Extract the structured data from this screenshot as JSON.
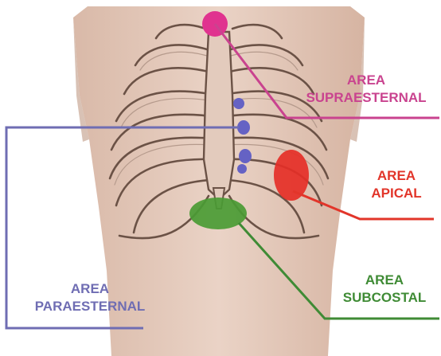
{
  "areas": [
    {
      "id": "supra",
      "line1": "AREA",
      "line2": "SUPRAESTERNAL",
      "color": "#c9438f",
      "marker": "#e0338f"
    },
    {
      "id": "apical",
      "line1": "AREA",
      "line2": "APICAL",
      "color": "#e2352a",
      "marker": "#e52f27"
    },
    {
      "id": "para",
      "line1": "AREA",
      "line2": "PARAESTERNAL",
      "color": "#6f6db3",
      "marker": "#6562c4"
    },
    {
      "id": "sub",
      "line1": "AREA",
      "line2": "SUBCOSTAL",
      "color": "#3f8b35",
      "marker": "#4a9b34"
    }
  ]
}
